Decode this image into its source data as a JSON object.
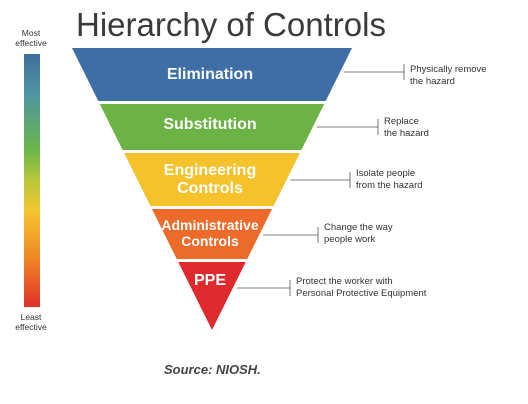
{
  "title": "Hierarchy of Controls",
  "scale": {
    "top_label": "Most\neffective",
    "bottom_label": "Least\neffective"
  },
  "tiers": [
    {
      "label": "Elimination",
      "description": "Physically remove\nthe hazard",
      "color": "#3d6ea5"
    },
    {
      "label": "Substitution",
      "description": "Replace\nthe hazard",
      "color": "#6ab344"
    },
    {
      "label": "Engineering\nControls",
      "description": "Isolate people\nfrom the hazard",
      "color": "#f5c22c"
    },
    {
      "label": "Administrative\nControls",
      "description": "Change the way\npeople work",
      "color": "#ec6a2a"
    },
    {
      "label": "PPE",
      "description": "Protect the worker with\nPersonal Protective Equipment",
      "color": "#de2a2c"
    }
  ],
  "source": "Source: NIOSH."
}
